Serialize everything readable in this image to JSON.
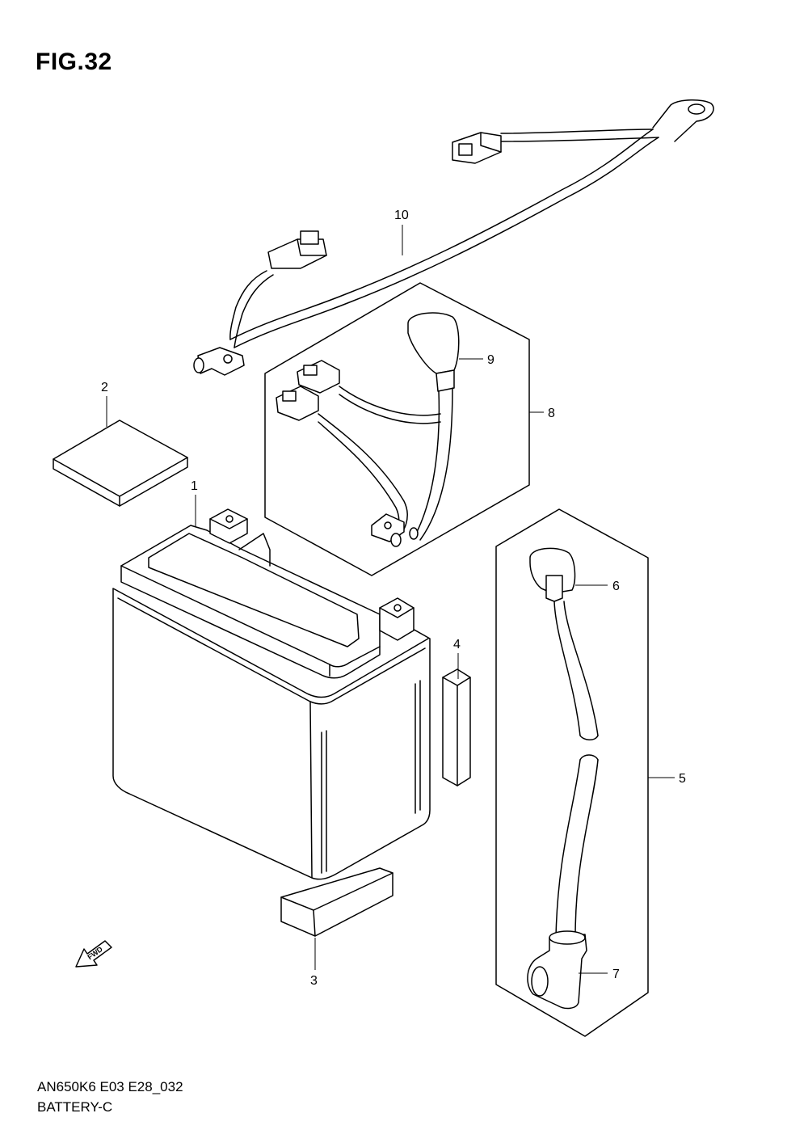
{
  "figure": {
    "title": "FIG.32"
  },
  "footer": {
    "code": "AN650K6 E03 E28_032",
    "name": "BATTERY-C"
  },
  "callouts": [
    "1",
    "2",
    "3",
    "4",
    "5",
    "6",
    "7",
    "8",
    "9",
    "10"
  ],
  "arrow": {
    "label": "FWD"
  }
}
